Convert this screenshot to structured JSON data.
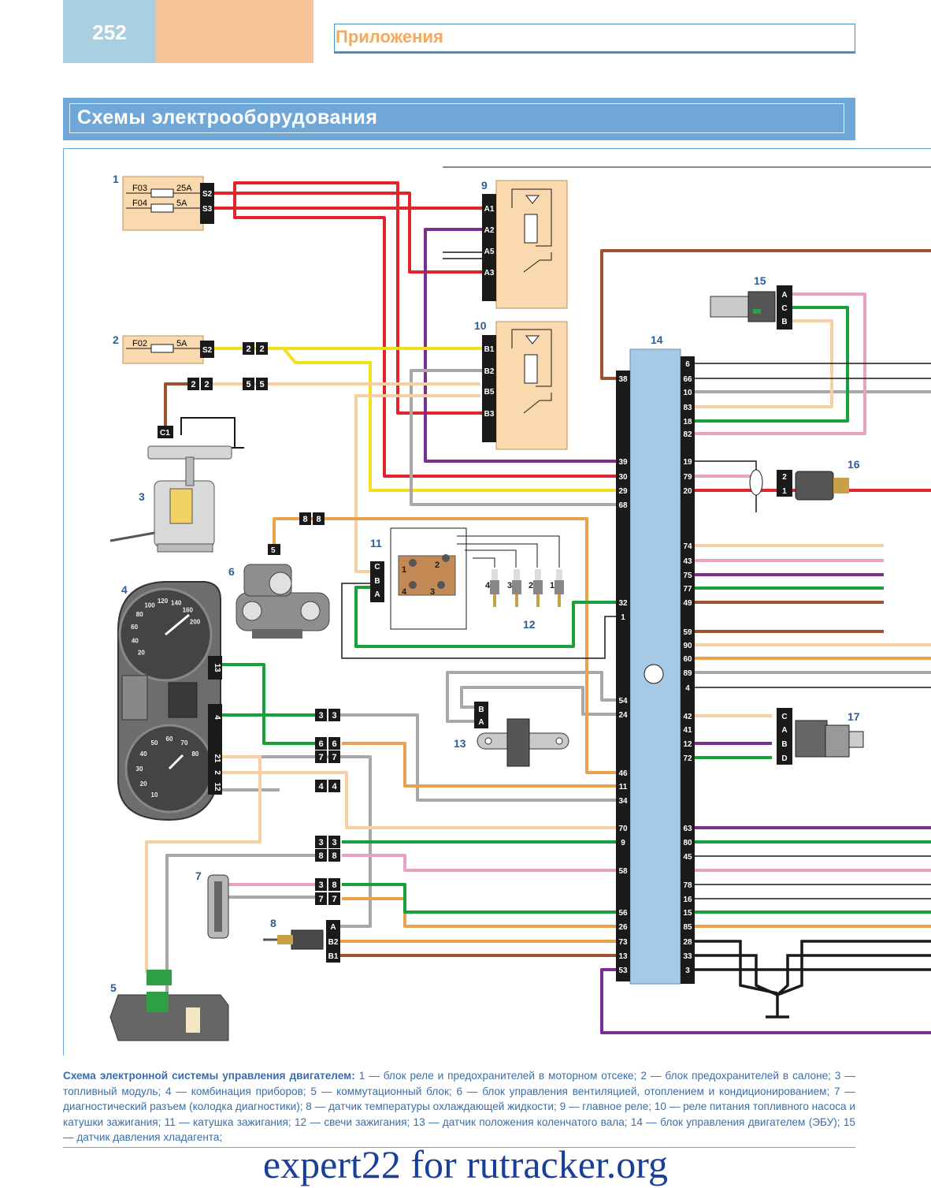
{
  "header": {
    "page_number": "252",
    "section": "Приложения"
  },
  "banner": {
    "title": "Схемы электрооборудования"
  },
  "colors": {
    "accent_blue": "#6fa8d8",
    "accent_orange": "#f7c598",
    "caption_blue": "#3b6ea8",
    "wire_red": "#e0252b",
    "wire_yellow": "#f2e01e",
    "wire_purple": "#7a2f8f",
    "wire_green": "#19a03a",
    "wire_brown": "#9b5330",
    "wire_gray": "#a8a8a8",
    "wire_orange": "#eba24c",
    "wire_peach": "#f7cfa3",
    "wire_pink": "#e8a2c4",
    "wire_black": "#1a1a1a"
  },
  "components": {
    "c1": {
      "number": "1",
      "fuse1": "F03",
      "fuse1_rating": "25A",
      "fuse2": "F04",
      "fuse2_rating": "5A",
      "pin1": "S2",
      "pin2": "S3"
    },
    "c2": {
      "number": "2",
      "fuse": "F02",
      "fuse_rating": "5A",
      "pin": "S2"
    },
    "c3": {
      "number": "3",
      "pin": "C1"
    },
    "c4": {
      "number": "4",
      "pins": [
        "13",
        "4",
        "21",
        "2",
        "12"
      ],
      "speedo_ticks": [
        "200",
        "160",
        "140",
        "120",
        "100",
        "80",
        "60",
        "40",
        "20"
      ],
      "tacho_ticks": [
        "80",
        "70",
        "60",
        "50",
        "40",
        "30",
        "20",
        "10"
      ]
    },
    "c5_small": {
      "number": "5"
    },
    "c5": {
      "number": "5"
    },
    "c6": {
      "number": "6"
    },
    "c7": {
      "number": "7"
    },
    "c8": {
      "number": "8",
      "pins": [
        "A",
        "B2",
        "B1"
      ]
    },
    "c9": {
      "number": "9",
      "pins": [
        "A1",
        "A2",
        "A5",
        "A3"
      ]
    },
    "c10": {
      "number": "10",
      "pins": [
        "B1",
        "B2",
        "B5",
        "B3"
      ]
    },
    "c11": {
      "number": "11",
      "pins": [
        "C",
        "B",
        "A"
      ],
      "coils": [
        "1",
        "2",
        "4",
        "3"
      ]
    },
    "c12": {
      "number": "12",
      "plugs": [
        "4",
        "3",
        "2",
        "1"
      ]
    },
    "c13": {
      "number": "13",
      "pins": [
        "B",
        "A"
      ]
    },
    "c14": {
      "number": "14",
      "left_pins": [
        "38",
        "39",
        "30",
        "29",
        "68",
        "32",
        "1",
        "54",
        "24",
        "46",
        "11",
        "34",
        "70",
        "9",
        "58",
        "56",
        "26",
        "73",
        "13",
        "53"
      ],
      "right_pins": [
        "6",
        "66",
        "10",
        "83",
        "18",
        "82",
        "19",
        "79",
        "20",
        "74",
        "43",
        "75",
        "77",
        "49",
        "59",
        "90",
        "60",
        "89",
        "4",
        "42",
        "41",
        "12",
        "72",
        "63",
        "80",
        "45",
        "78",
        "16",
        "15",
        "85",
        "28",
        "33",
        "3"
      ]
    },
    "c15": {
      "number": "15",
      "pins": [
        "A",
        "C",
        "B"
      ]
    },
    "c16": {
      "number": "16",
      "pins": [
        "2",
        "1"
      ]
    },
    "c17": {
      "number": "17",
      "pins": [
        "C",
        "A",
        "B",
        "D"
      ]
    }
  },
  "connectors": {
    "k22a": [
      "2",
      "2"
    ],
    "k22b": [
      "2",
      "2"
    ],
    "k55": [
      "5",
      "5"
    ],
    "k88": [
      "8",
      "8"
    ],
    "k33a": [
      "3",
      "3"
    ],
    "k66": [
      "6",
      "6"
    ],
    "k77a": [
      "7",
      "7"
    ],
    "k44": [
      "4",
      "4"
    ],
    "k33b": [
      "3",
      "3"
    ],
    "k88b": [
      "8",
      "8"
    ],
    "k38": [
      "3",
      "8"
    ],
    "k77b": [
      "7",
      "7"
    ]
  },
  "caption": {
    "lead": "Схема электронной системы управления двигателем:",
    "text": " 1 — блок реле и предохранителей в моторном отсеке; 2 — блок предохранителей в салоне; 3 — топливный модуль; 4 — комбинация приборов; 5 — коммутационный блок; 6 — блок управления вентиляцией, отоплением и кондиционированием; 7 — диагностический разъем (колодка диагностики); 8 — датчик температуры охлаждающей жидкости; 9 — главное реле; 10 — реле питания топливного насоса и катушки зажигания; 11 — катушка зажигания; 12 — свечи зажигания; 13 — датчик положения коленчатого вала; 14 — блок управления двигателем (ЭБУ); 15 — датчик давления хладагента;"
  },
  "watermark": "expert22 for rutracker.org"
}
